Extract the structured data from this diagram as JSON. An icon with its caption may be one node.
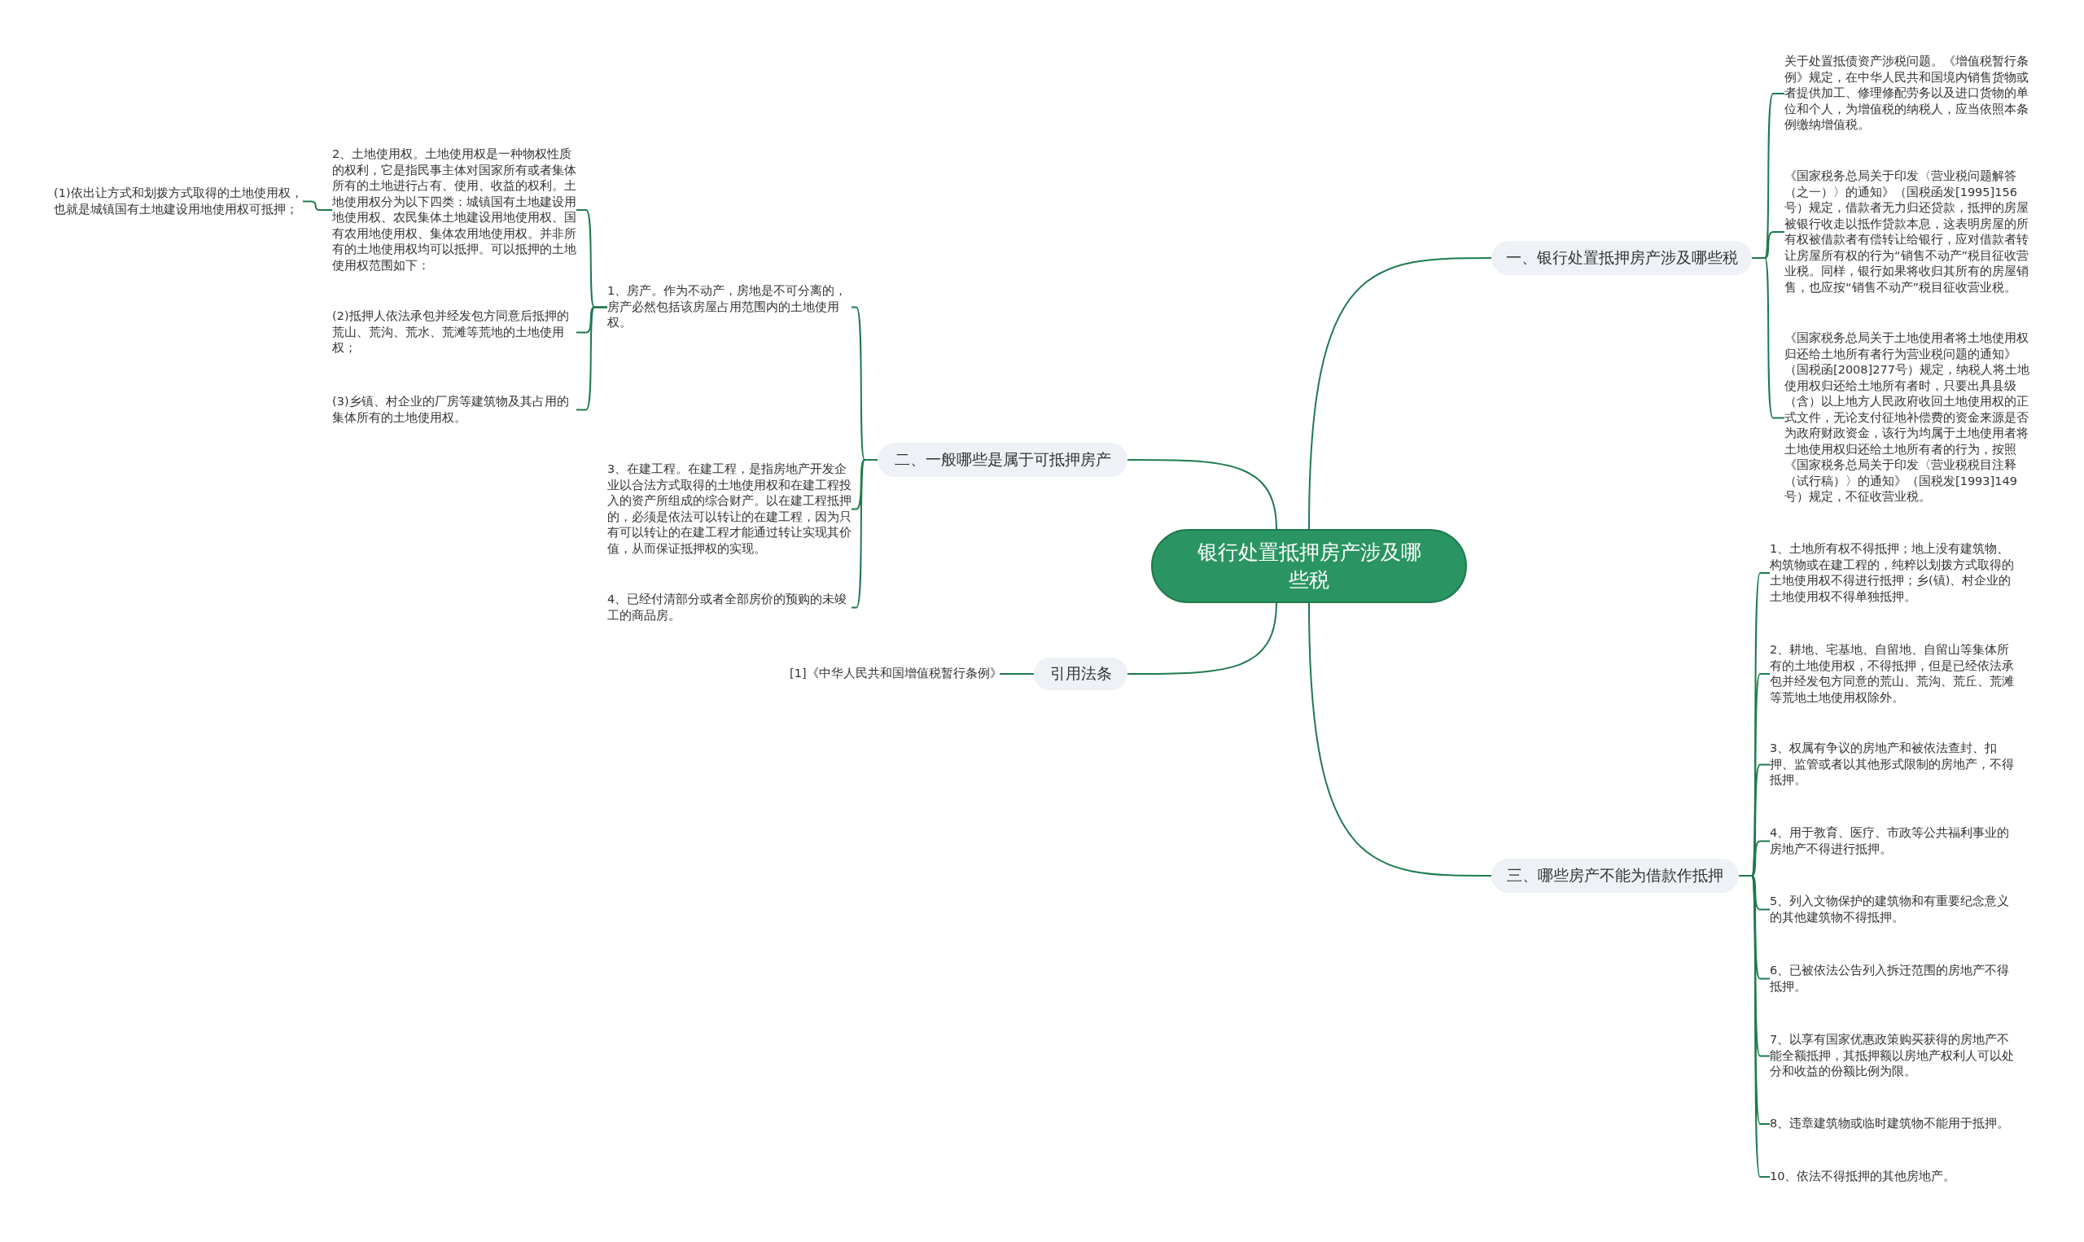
{
  "diagram": {
    "nodes": [
      {
        "text": [
          "银行处置抵押房产涉及哪些税"
        ]
      },
      {
        "text": [
          "一、银行处置抵押房产涉及哪些税"
        ]
      },
      {
        "text": [
          "关于处置抵债资产涉税问题。《增值税暂行条例》规定，在中华人民共和国境内销售货物或者提供加工、修理修配劳务以及进口货物的单位和个人，为增值税的纳税人，应当依照本条例缴纳增值税。"
        ]
      },
      {
        "text": [
          "《国家税务总局关于印发〈营业税问题解答（之一）〉的通知》（国税函发[1995]156号）规定，借款者无力归还贷款，抵押的房屋被银行收走以抵作贷款本息，这表明房屋的所有权被借款者有偿转让给银行，应对借款者转让房屋所有权的行为“销售不动产”税目征收营业税。同样，银行如果将收归其所有的房屋销售，也应按“销售不动产”税目征收营业税。"
        ]
      },
      {
        "text": [
          "《国家税务总局关于土地使用者将土地使用权归还给土地所有者行为营业税问题的通知》（国税函[2008]277号）规定，纳税人将土地使用权归还给土地所有者时，只要出具县级（含）以上地方人民政府收回土地使用权的正式文件，无论支付征地补偿费的资金来源是否为政府财政资金，该行为均属于土地使用者将土地使用权归还给土地所有者的行为，按照《国家税务总局关于印发〈营业税税目注释（试行稿）〉的通知》（国税发[1993]149号）规定，不征收营业税。"
        ]
      },
      {
        "text": [
          "二、一般哪些是属于可抵押房产"
        ]
      },
      {
        "text": [
          "1、房产。作为不动产，房地是不可分离的，房产必然包括该房屋占用范围内的土地使用权。"
        ]
      },
      {
        "text": [
          "2、土地使用权。土地使用权是一种物权性质的权利，它是指民事主体对国家所有或者集体所有的土地进行占有、使用、收益的权利。土地使用权分为以下四类：城镇国有土地建设用地使用权、农民集体土地建设用地使用权、国有农用地使用权、集体农用地使用权。并非所有的土地使用权均可以抵押。可以抵押的土地使用权范围如下："
        ]
      },
      {
        "text": [
          "(1)依出让方式和划拨方式取得的土地使用权，也就是城镇国有土地建设用地使用权可抵押；"
        ]
      },
      {
        "text": [
          "(2)抵押人依法承包并经发包方同意后抵押的荒山、荒沟、荒水、荒滩等荒地的土地使用权；"
        ]
      },
      {
        "text": [
          "(3)乡镇、村企业的厂房等建筑物及其占用的集体所有的土地使用权。"
        ]
      },
      {
        "text": [
          "3、在建工程。在建工程，是指房地产开发企业以合法方式取得的土地使用权和在建工程投入的资产所组成的综合财产。以在建工程抵押的，必须是依法可以转让的在建工程，因为只有可以转让的在建工程才能通过转让实现其价值，从而保证抵押权的实现。"
        ]
      },
      {
        "text": [
          "4、已经付清部分或者全部房价的预购的未竣工的商品房。"
        ]
      },
      {
        "text": [
          "引用法条"
        ]
      },
      {
        "text": [
          "[1]《中华人民共和国增值税暂行条例》"
        ]
      },
      {
        "text": [
          "三、哪些房产不能为借款作抵押"
        ]
      },
      {
        "text": [
          "1、土地所有权不得抵押；地上没有建筑物、构筑物或在建工程的，纯粹以划拨方式取得的土地使用权不得进行抵押；乡(镇)、村企业的土地使用权不得单独抵押。"
        ]
      },
      {
        "text": [
          "2、耕地、宅基地、自留地、自留山等集体所有的土地使用权，不得抵押，但是已经依法承包并经发包方同意的荒山、荒沟、荒丘、荒滩等荒地土地使用权除外。"
        ]
      },
      {
        "text": [
          "3、权属有争议的房地产和被依法查封、扣押、监管或者以其他形式限制的房地产，不得抵押。"
        ]
      },
      {
        "text": [
          "4、用于教育、医疗、市政等公共福利事业的房地产不得进行抵押。"
        ]
      },
      {
        "text": [
          "5、列入文物保护的建筑物和有重要纪念意义的其他建筑物不得抵押。"
        ]
      },
      {
        "text": [
          "6、已被依法公告列入拆迁范围的房地产不得抵押。"
        ]
      },
      {
        "text": [
          "7、以享有国家优惠政策购买获得的房地产不能全额抵押，其抵押额以房地产权利人可以处分和收益的份额比例为限。"
        ]
      },
      {
        "text": [
          "8、违章建筑物或临时建筑物不能用于抵押。"
        ]
      },
      {
        "text": [
          "10、依法不得抵押的其他房地产。"
        ]
      }
    ],
    "edges": [
      {
        "from": 0,
        "to": 1,
        "arrow": "none"
      },
      {
        "from": 1,
        "to": 2,
        "arrow": "none"
      },
      {
        "from": 1,
        "to": 3,
        "arrow": "none"
      },
      {
        "from": 1,
        "to": 4,
        "arrow": "none"
      },
      {
        "from": 0,
        "to": 5,
        "arrow": "none"
      },
      {
        "from": 5,
        "to": 6,
        "arrow": "none"
      },
      {
        "from": 6,
        "to": 7,
        "arrow": "none"
      },
      {
        "from": 7,
        "to": 8,
        "arrow": "none"
      },
      {
        "from": 6,
        "to": 9,
        "arrow": "none"
      },
      {
        "from": 6,
        "to": 10,
        "arrow": "none"
      },
      {
        "from": 5,
        "to": 11,
        "arrow": "none"
      },
      {
        "from": 5,
        "to": 12,
        "arrow": "none"
      },
      {
        "from": 0,
        "to": 13,
        "arrow": "none"
      },
      {
        "from": 13,
        "to": 14,
        "arrow": "none"
      },
      {
        "from": 0,
        "to": 15,
        "arrow": "none"
      },
      {
        "from": 15,
        "to": 16,
        "arrow": "none"
      },
      {
        "from": 15,
        "to": 17,
        "arrow": "none"
      },
      {
        "from": 15,
        "to": 18,
        "arrow": "none"
      },
      {
        "from": 15,
        "to": 19,
        "arrow": "none"
      },
      {
        "from": 15,
        "to": 20,
        "arrow": "none"
      },
      {
        "from": 15,
        "to": 21,
        "arrow": "none"
      },
      {
        "from": 15,
        "to": 22,
        "arrow": "none"
      },
      {
        "from": 15,
        "to": 23,
        "arrow": "none"
      },
      {
        "from": 15,
        "to": 24,
        "arrow": "none"
      }
    ]
  }
}
